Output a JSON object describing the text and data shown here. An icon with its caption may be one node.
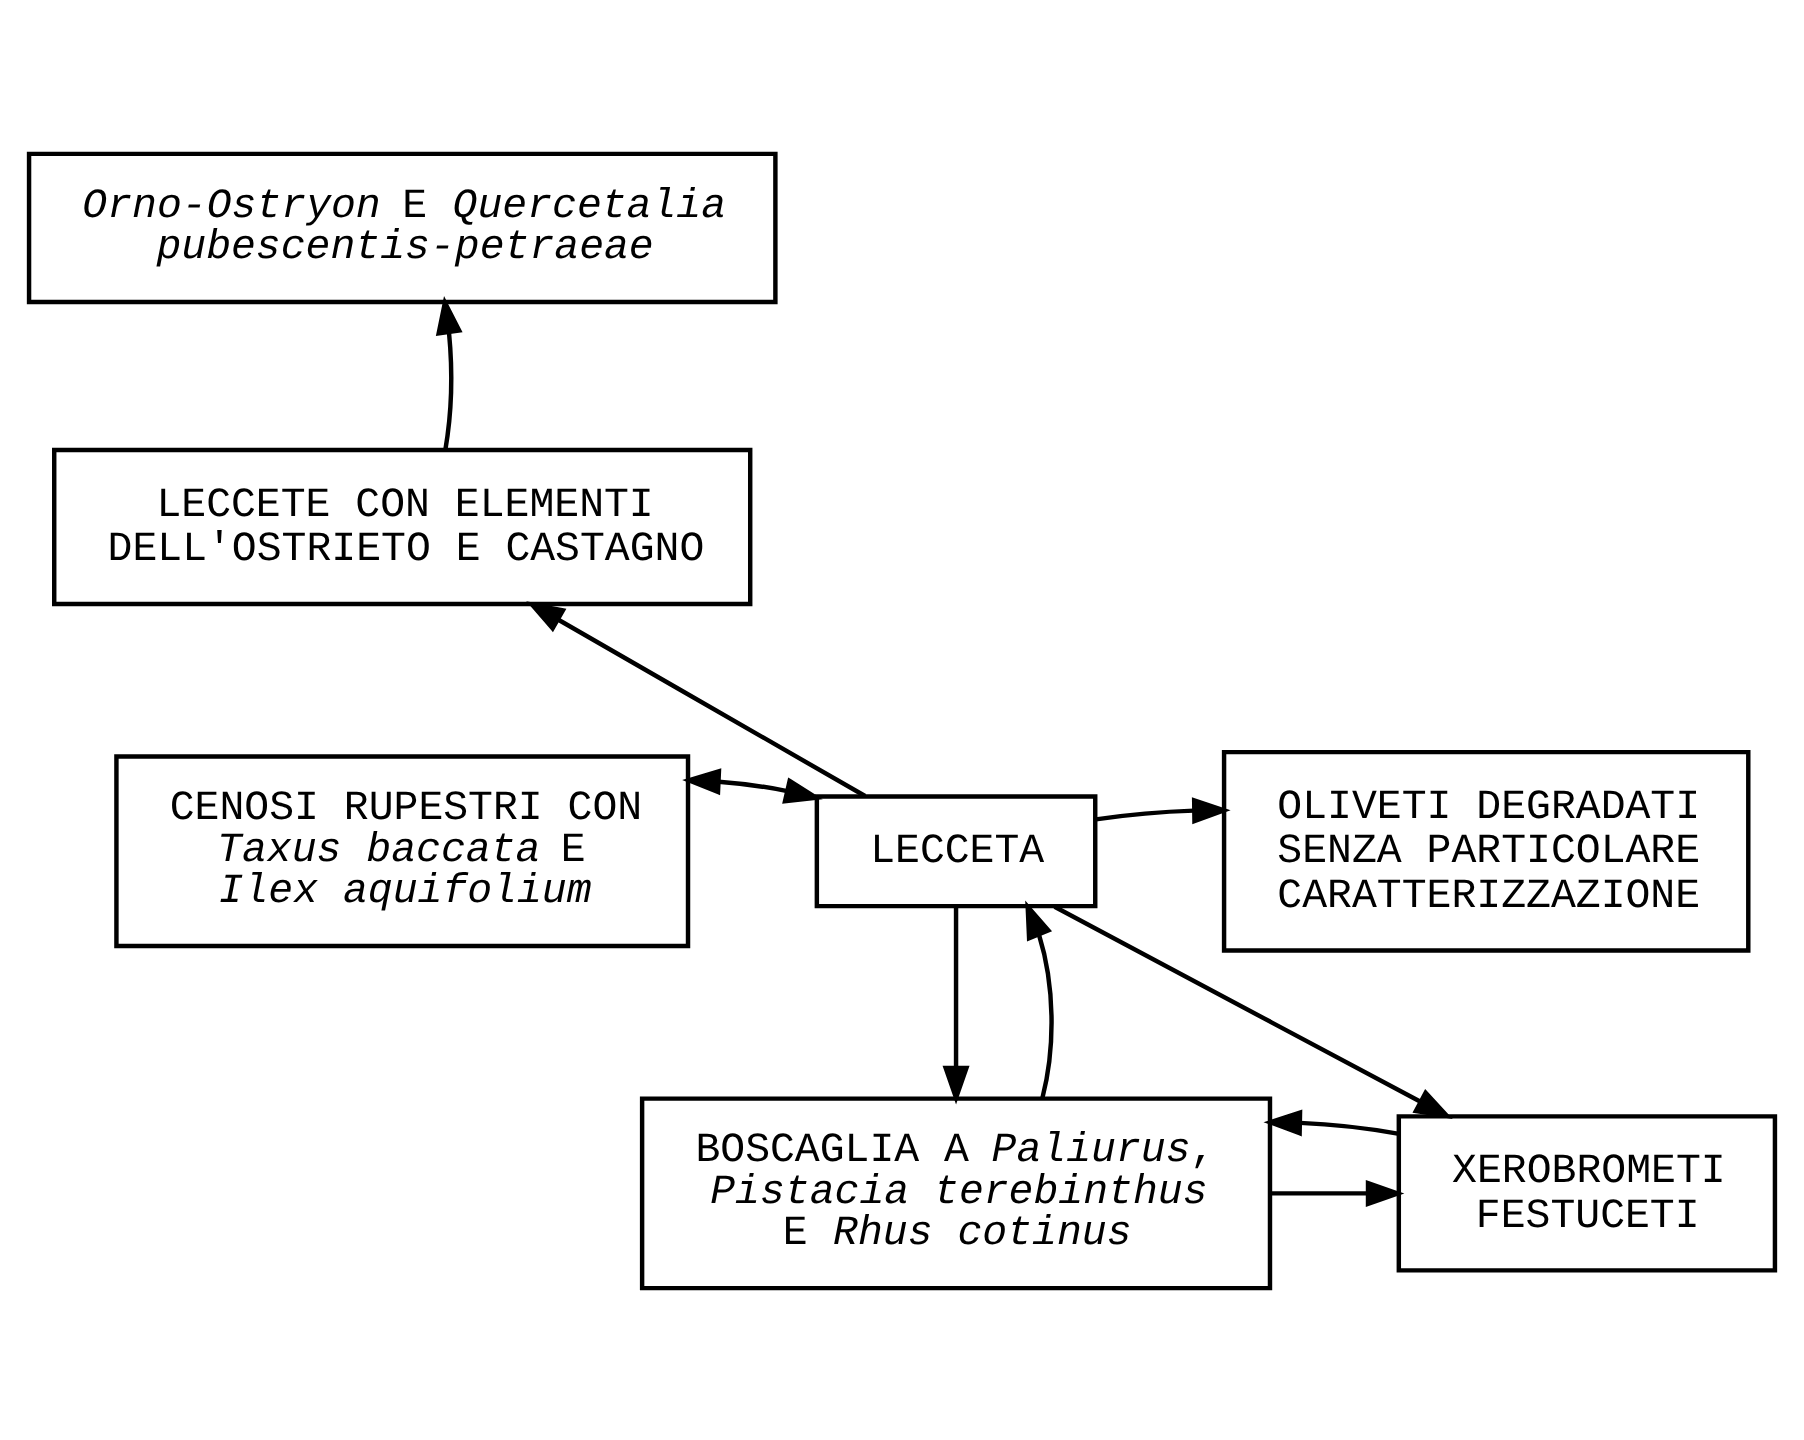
{
  "diagram": {
    "nodes": [
      {
        "text": [
          "*Orno-Ostryon* E *Quercetalia pubescentis-petraeae*"
        ]
      },
      {
        "text": [
          "LECCETE CON ELEMENTI DELL'OSTRIETO E CASTAGNO"
        ]
      },
      {
        "text": [
          "OLIVETI DEGRADATI SENZA PARTICOLARE CARATTERIZZAZIONE"
        ]
      },
      {
        "text": [
          "CENOSI RUPESTRI CON *Taxus baccata* E *Ilex aquifolium*"
        ]
      },
      {
        "text": [
          "LECCETA"
        ]
      },
      {
        "text": [
          "BOSCAGLIA A *Paliurus*, *Pistacia terebinthus* E *Rhus cotinus*"
        ]
      },
      {
        "text": [
          "XEROBROMETI FESTUCETI"
        ]
      }
    ],
    "edges": [
      {
        "from": 1,
        "to": 0,
        "arrow": "to"
      },
      {
        "from": 4,
        "to": 1,
        "arrow": "to"
      },
      {
        "from": 3,
        "to": 4,
        "arrow": "both"
      },
      {
        "from": 4,
        "to": 2,
        "arrow": "to"
      },
      {
        "from": 4,
        "to": 5,
        "arrow": "to"
      },
      {
        "from": 5,
        "to": 4,
        "arrow": "to"
      },
      {
        "from": 4,
        "to": 6,
        "arrow": "to"
      },
      {
        "from": 5,
        "to": 6,
        "arrow": "to"
      },
      {
        "from": 6,
        "to": 5,
        "arrow": "to"
      }
    ]
  }
}
